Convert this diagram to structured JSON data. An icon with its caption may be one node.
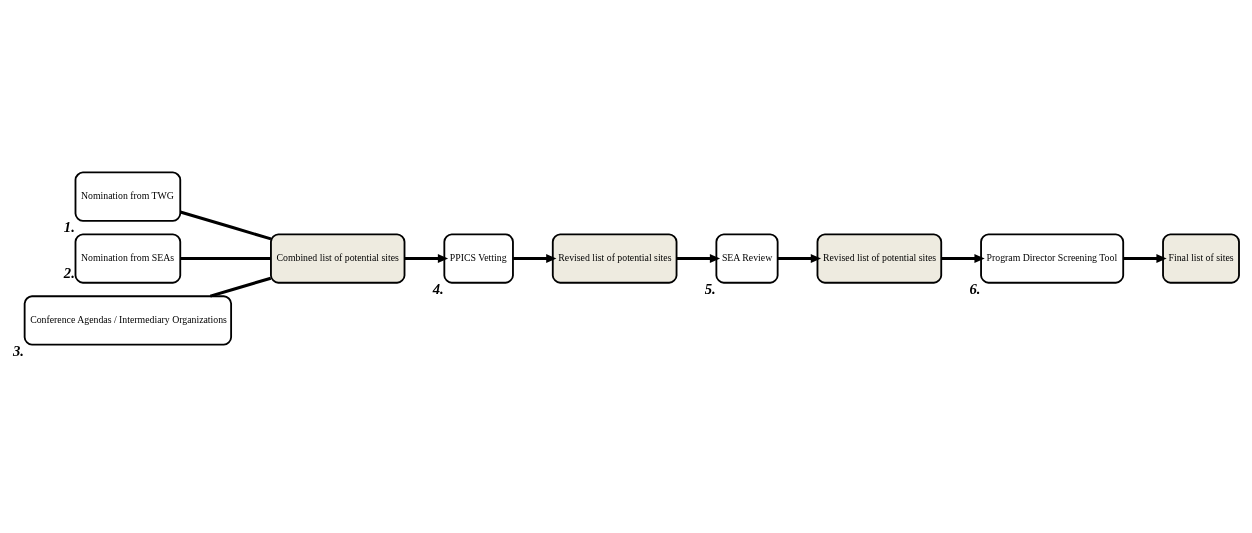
{
  "diagram": {
    "nodes": [
      {
        "text": [
          "Nomination from TWG"
        ],
        "beside": [
          "1."
        ]
      },
      {
        "text": [
          "Nomination from SEAs"
        ],
        "beside": [
          "2."
        ]
      },
      {
        "text": [
          "Conference Agendas / Intermediary Organizations"
        ],
        "beside": [
          "3."
        ]
      },
      {
        "text": [
          "Combined list of potential sites"
        ]
      },
      {
        "text": [
          "PPICS Vetting"
        ],
        "beside": [
          "4."
        ]
      },
      {
        "text": [
          "Revised list of potential sites"
        ]
      },
      {
        "text": [
          "SEA Review"
        ],
        "beside": [
          "5."
        ]
      },
      {
        "text": [
          "Revised list of potential sites"
        ]
      },
      {
        "text": [
          "Program Director Screening Tool"
        ],
        "beside": [
          "6."
        ]
      },
      {
        "text": [
          "Final list of sites"
        ]
      }
    ],
    "edges": [
      {
        "from": 0,
        "to": 3,
        "arrow": "none"
      },
      {
        "from": 1,
        "to": 3,
        "arrow": "none"
      },
      {
        "from": 2,
        "to": 3,
        "arrow": "none"
      },
      {
        "from": 3,
        "to": 4,
        "arrow": "to"
      },
      {
        "from": 4,
        "to": 5,
        "arrow": "to"
      },
      {
        "from": 5,
        "to": 6,
        "arrow": "to"
      },
      {
        "from": 6,
        "to": 7,
        "arrow": "to"
      },
      {
        "from": 7,
        "to": 8,
        "arrow": "to"
      },
      {
        "from": 8,
        "to": 9,
        "arrow": "to"
      }
    ]
  }
}
